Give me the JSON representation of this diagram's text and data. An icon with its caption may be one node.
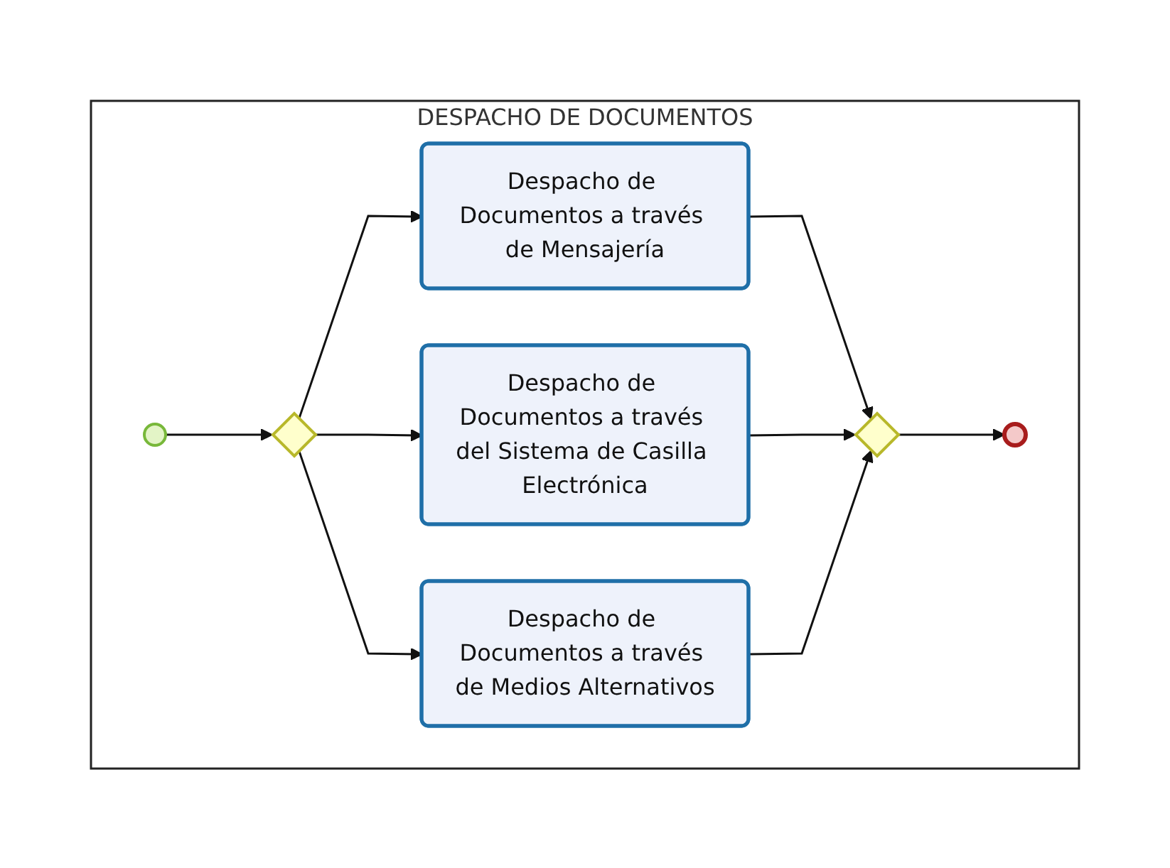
{
  "diagram": {
    "nodes": [
      {
        "text": [
          "DESPACHO DE DOCUMENTOS"
        ]
      },
      {
        "text": [],
        "shape": "circle",
        "in": 0
      },
      {
        "text": [],
        "shape": "diamond",
        "in": 0
      },
      {
        "text": [
          "Despacho de Documentos a través de Mensajería"
        ],
        "in": 0
      },
      {
        "text": [
          "Despacho de Documentos a través del Sistema de Casilla Electrónica"
        ],
        "in": 0
      },
      {
        "text": [
          "Despacho de Documentos a través de Medios Alternativos"
        ],
        "in": 0
      },
      {
        "text": [],
        "shape": "diamond",
        "in": 0
      },
      {
        "text": [],
        "shape": "circle",
        "in": 0
      }
    ],
    "edges": [
      {
        "from": 1,
        "to": 2,
        "arrow": "to"
      },
      {
        "from": 2,
        "to": 3,
        "arrow": "to"
      },
      {
        "from": 2,
        "to": 4,
        "arrow": "to"
      },
      {
        "from": 2,
        "to": 5,
        "arrow": "to"
      },
      {
        "from": 3,
        "to": 6,
        "arrow": "to"
      },
      {
        "from": 4,
        "to": 6,
        "arrow": "to"
      },
      {
        "from": 5,
        "to": 6,
        "arrow": "to"
      },
      {
        "from": 6,
        "to": 7,
        "arrow": "to"
      }
    ]
  }
}
